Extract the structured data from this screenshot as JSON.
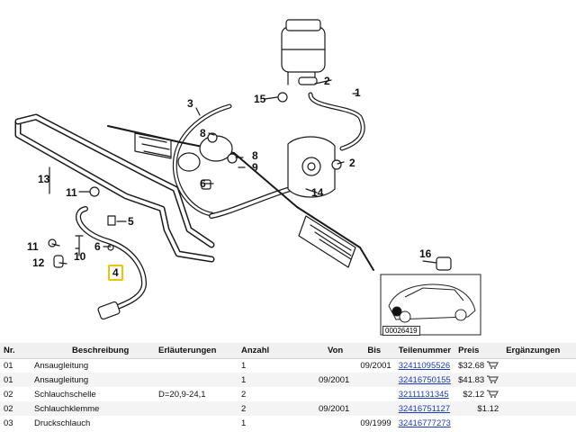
{
  "diagram": {
    "callouts": [
      {
        "id": "c1",
        "label": "1"
      },
      {
        "id": "c2a",
        "label": "2"
      },
      {
        "id": "c2b",
        "label": "2"
      },
      {
        "id": "c3",
        "label": "3"
      },
      {
        "id": "c4",
        "label": "4"
      },
      {
        "id": "c5",
        "label": "5"
      },
      {
        "id": "c6a",
        "label": "6"
      },
      {
        "id": "c6b",
        "label": "6"
      },
      {
        "id": "c8",
        "label": "8"
      },
      {
        "id": "c9",
        "label": "9"
      },
      {
        "id": "c10",
        "label": "10"
      },
      {
        "id": "c11a",
        "label": "11"
      },
      {
        "id": "c11b",
        "label": "11"
      },
      {
        "id": "c12",
        "label": "12"
      },
      {
        "id": "c13",
        "label": "13"
      },
      {
        "id": "c14",
        "label": "14"
      },
      {
        "id": "c15",
        "label": "15"
      },
      {
        "id": "c16",
        "label": "16"
      }
    ],
    "highlighted_callout": "4",
    "image_code": "00026419"
  },
  "table": {
    "headers": {
      "nr": "Nr.",
      "desc": "Beschreibung",
      "notes": "Erläuterungen",
      "qty": "Anzahl",
      "from": "Von",
      "to": "Bis",
      "part": "Teilenummer",
      "price": "Preis",
      "extra": "Ergänzungen"
    },
    "rows": [
      {
        "nr": "01",
        "desc": "Ansaugleitung",
        "notes": "",
        "qty": "1",
        "from": "",
        "to": "09/2001",
        "part": "32411095526",
        "price": "$32.68",
        "cart": true
      },
      {
        "nr": "01",
        "desc": "Ansaugleitung",
        "notes": "",
        "qty": "1",
        "from": "09/2001",
        "to": "",
        "part": "32416750155",
        "price": "$41.83",
        "cart": true
      },
      {
        "nr": "02",
        "desc": "Schlauchschelle",
        "notes": "D=20,9-24,1",
        "qty": "2",
        "from": "",
        "to": "",
        "part": "32111131345",
        "price": "$2.12",
        "cart": true
      },
      {
        "nr": "02",
        "desc": "Schlauchklemme",
        "notes": "",
        "qty": "2",
        "from": "09/2001",
        "to": "",
        "part": "32416751127",
        "price": "$1.12",
        "cart": false
      },
      {
        "nr": "03",
        "desc": "Druckschlauch",
        "notes": "",
        "qty": "1",
        "from": "",
        "to": "09/1999",
        "part": "32416777273",
        "price": "",
        "cart": false
      }
    ]
  }
}
